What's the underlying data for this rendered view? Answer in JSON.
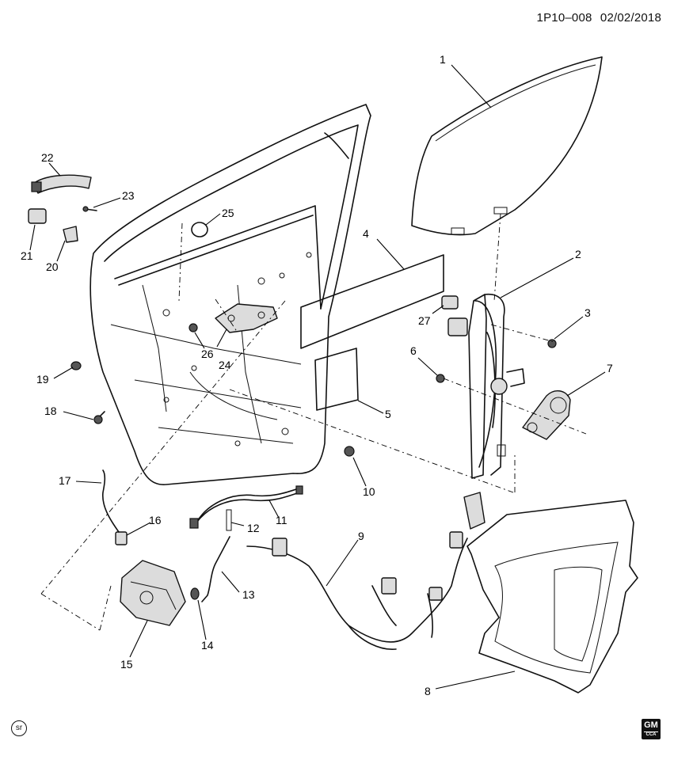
{
  "header": {
    "code": "1P10–008",
    "date": "02/02/2018"
  },
  "callouts": [
    "1",
    "2",
    "3",
    "4",
    "5",
    "6",
    "7",
    "8",
    "9",
    "10",
    "11",
    "12",
    "13",
    "14",
    "15",
    "16",
    "17",
    "18",
    "19",
    "20",
    "21",
    "22",
    "23",
    "24",
    "25",
    "26",
    "27"
  ],
  "footer": {
    "sr_mark": "sr",
    "gm_logo": "GM",
    "gm_sub": "CCA"
  }
}
